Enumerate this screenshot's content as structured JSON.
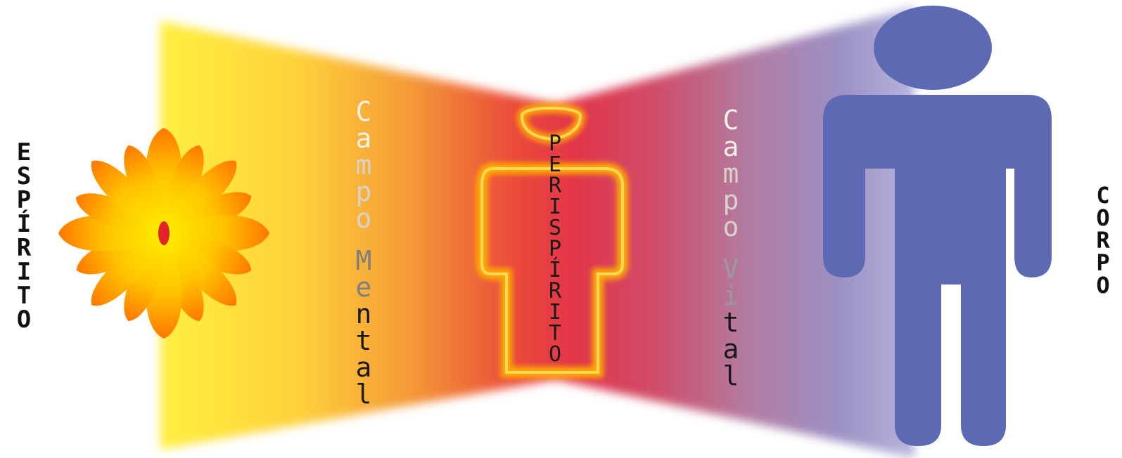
{
  "labels": {
    "espirito": "ESPÍRITO",
    "corpo": "CORPO",
    "perispirito": "PERISPÍRITO",
    "campo_mental": {
      "word1": "Campo",
      "word2": "Mental"
    },
    "campo_vital": {
      "word1": "Campo",
      "word2": "Vital"
    }
  },
  "colors": {
    "spirit_yellow": "#ffe600",
    "spirit_orange": "#ff7a00",
    "spirit_core": "#e0242a",
    "beam_mid": "#e83a3a",
    "beam_right": "#9a86be",
    "body_blue": "#5d69b3",
    "aura": "#ffb000",
    "text_light": "#f4f0e8",
    "text_gray": "#8a8a8a",
    "text_dark": "#1a1a1a"
  }
}
